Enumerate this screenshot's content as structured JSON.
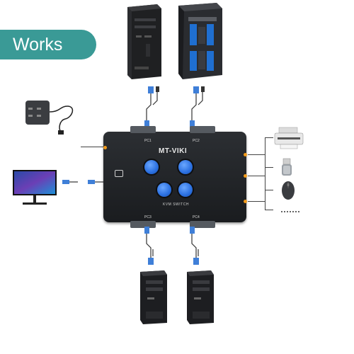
{
  "banner": {
    "text": "Works",
    "color": "#3a9a96"
  },
  "kvm": {
    "brand": "MT-VIKI",
    "model": "KVM SWITCH",
    "ports": [
      "PC1",
      "PC2",
      "PC3",
      "PC4"
    ],
    "button_color": "#2a6fe0",
    "led_color": "#f39b1a"
  },
  "peripherals": {
    "printer": "printer-icon",
    "usb_drive": "usb-drive-icon",
    "mouse": "mouse-icon",
    "keyboard": "keyboard-icon",
    "monitor": "monitor-icon",
    "hub": "usb-hub-icon"
  },
  "computers": {
    "top_left": "desktop-tower-icon",
    "top_right": "gaming-tower-icon",
    "bottom_left": "mini-tower-icon",
    "bottom_right": "mini-tower-icon"
  }
}
